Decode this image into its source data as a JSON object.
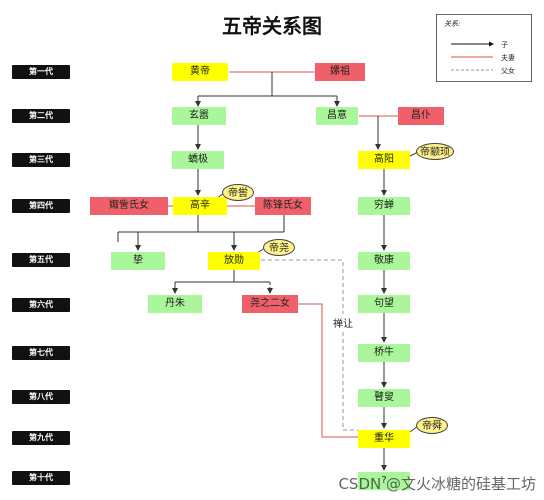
{
  "title": "五帝关系图",
  "generations": [
    "第一代",
    "第二代",
    "第三代",
    "第四代",
    "第五代",
    "第六代",
    "第七代",
    "第八代",
    "第九代",
    "第十代"
  ],
  "legend": {
    "title": "关系:",
    "items": [
      {
        "label": "子",
        "color": "#000000",
        "style": "arrow"
      },
      {
        "label": "夫妻",
        "color": "#d9534f",
        "style": "solid"
      },
      {
        "label": "父女",
        "color": "#999999",
        "style": "dashed"
      }
    ]
  },
  "nodes": {
    "huangdi": "黄帝",
    "leizu": "嫘祖",
    "xuanxiao": "玄嚣",
    "changyi": "昌意",
    "changpu": "昌仆",
    "jiaoji": "蟜极",
    "gaoyang": "高阳",
    "zoushi": "娵訾氏女",
    "gaoxin": "高辛",
    "chenfeng": "陈锋氏女",
    "qiongchan": "穷蝉",
    "zhi": "挚",
    "fangxun": "放勋",
    "jingkang": "敬康",
    "danzhu": "丹朱",
    "yaozhi": "尧之二女",
    "goumang": "句望",
    "qiaoniu": "桥牛",
    "gusou": "瞽叟",
    "chonghua": "重华",
    "last": "?"
  },
  "bubbles": {
    "zhuanxu": "帝颛顼",
    "ku": "帝喾",
    "yao": "帝尧",
    "shun": "帝舜"
  },
  "note_shanrang": "禅让",
  "watermark": "CSDN @文火冰糖的硅基工坊",
  "colors": {
    "yellow": "#ffff00",
    "red": "#f0606a",
    "green": "#a9f79a",
    "bubble": "#fff38a"
  }
}
